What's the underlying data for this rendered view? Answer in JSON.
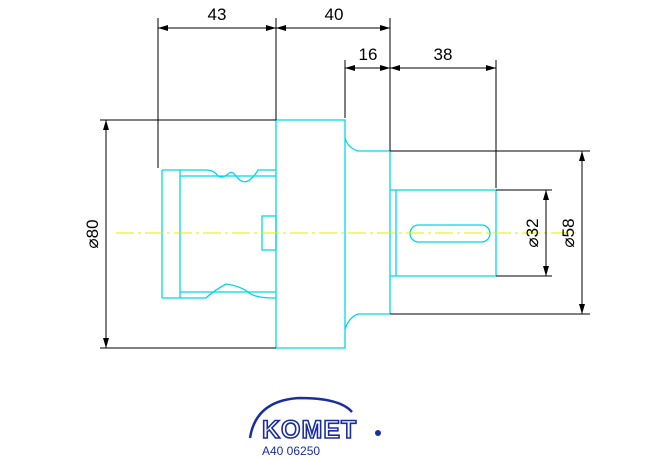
{
  "drawing": {
    "dimensions": {
      "top_left": "43",
      "top_right": "40",
      "mid_left": "16",
      "mid_right": "38"
    },
    "diameters": {
      "large": "⌀80",
      "shank": "⌀58",
      "bore": "⌀32"
    }
  },
  "brand": {
    "logo_text": "KOMET",
    "part_number": "A40 06250"
  },
  "colors": {
    "outline": "#00d8e8",
    "centerline": "#e8e800",
    "dimension": "#000000",
    "brand": "#1a2e9e"
  }
}
